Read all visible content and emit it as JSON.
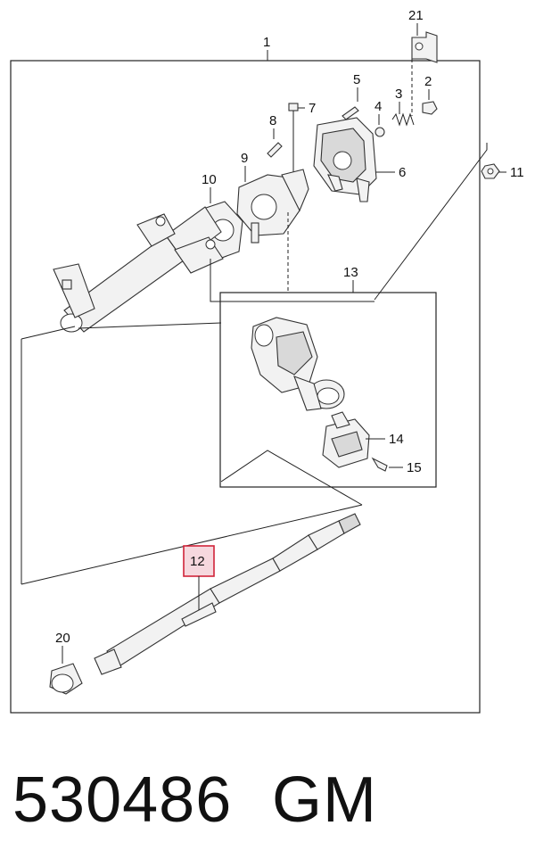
{
  "diagram": {
    "callouts": [
      "1",
      "2",
      "3",
      "4",
      "5",
      "6",
      "7",
      "8",
      "9",
      "10",
      "11",
      "12",
      "13",
      "14",
      "15",
      "20",
      "21"
    ],
    "highlighted": "12"
  },
  "footer": {
    "part_number": "530486",
    "brand": "GM"
  }
}
